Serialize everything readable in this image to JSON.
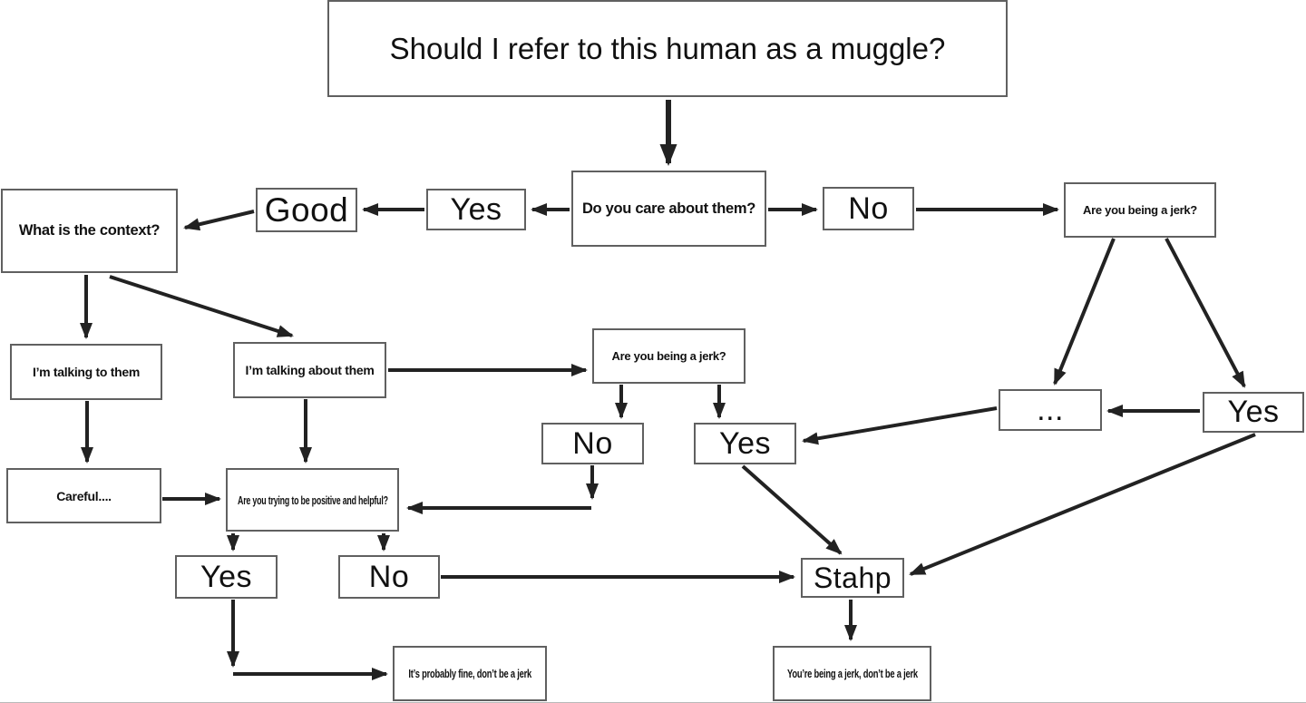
{
  "colors": {
    "background": "#ffffff",
    "box_border": "#606060",
    "arrow": "#222222",
    "text": "#111111"
  },
  "diagram": {
    "type": "flowchart",
    "title": "Should I refer to this human as a muggle?",
    "nodes": {
      "title": {
        "label": "Should I refer to this human as a muggle?"
      },
      "care": {
        "label": "Do you care about them?"
      },
      "yes_care": {
        "label": "Yes"
      },
      "good": {
        "label": "Good"
      },
      "context": {
        "label": "What is the context?"
      },
      "no_care": {
        "label": "No"
      },
      "jerk_right": {
        "label": "Are you being a jerk?"
      },
      "talking_to": {
        "label": "I’m talking to them"
      },
      "talking_about": {
        "label": "I’m talking about them"
      },
      "jerk_mid": {
        "label": "Are you being a jerk?"
      },
      "no_jerk_mid": {
        "label": "No"
      },
      "yes_jerk_mid": {
        "label": "Yes"
      },
      "dots": {
        "label": "..."
      },
      "yes_jerk_right": {
        "label": "Yes"
      },
      "careful": {
        "label": "Careful...."
      },
      "positive": {
        "label": "Are you trying to be positive and helpful?"
      },
      "yes_positive": {
        "label": "Yes"
      },
      "no_positive": {
        "label": "No"
      },
      "stahp": {
        "label": "Stahp"
      },
      "fine": {
        "label": "It’s probably fine, don’t be a jerk"
      },
      "jerk_verdict": {
        "label": "You’re being a jerk, don’t be a jerk"
      }
    },
    "edges": [
      {
        "from": "title",
        "to": "care"
      },
      {
        "from": "care",
        "to": "yes_care"
      },
      {
        "from": "yes_care",
        "to": "good"
      },
      {
        "from": "good",
        "to": "context"
      },
      {
        "from": "care",
        "to": "no_care"
      },
      {
        "from": "no_care",
        "to": "jerk_right"
      },
      {
        "from": "context",
        "to": "talking_to"
      },
      {
        "from": "context",
        "to": "talking_about"
      },
      {
        "from": "talking_to",
        "to": "careful"
      },
      {
        "from": "careful",
        "to": "positive"
      },
      {
        "from": "talking_about",
        "to": "positive"
      },
      {
        "from": "talking_about",
        "to": "jerk_mid"
      },
      {
        "from": "jerk_mid",
        "to": "no_jerk_mid"
      },
      {
        "from": "jerk_mid",
        "to": "yes_jerk_mid"
      },
      {
        "from": "no_jerk_mid",
        "to": "positive"
      },
      {
        "from": "positive",
        "to": "yes_positive"
      },
      {
        "from": "positive",
        "to": "no_positive"
      },
      {
        "from": "yes_positive",
        "to": "fine"
      },
      {
        "from": "no_positive",
        "to": "stahp"
      },
      {
        "from": "yes_jerk_mid",
        "to": "stahp"
      },
      {
        "from": "jerk_right",
        "to": "dots"
      },
      {
        "from": "jerk_right",
        "to": "yes_jerk_right"
      },
      {
        "from": "yes_jerk_right",
        "to": "dots"
      },
      {
        "from": "dots",
        "to": "yes_jerk_mid"
      },
      {
        "from": "yes_jerk_right",
        "to": "stahp"
      },
      {
        "from": "stahp",
        "to": "jerk_verdict"
      }
    ]
  }
}
